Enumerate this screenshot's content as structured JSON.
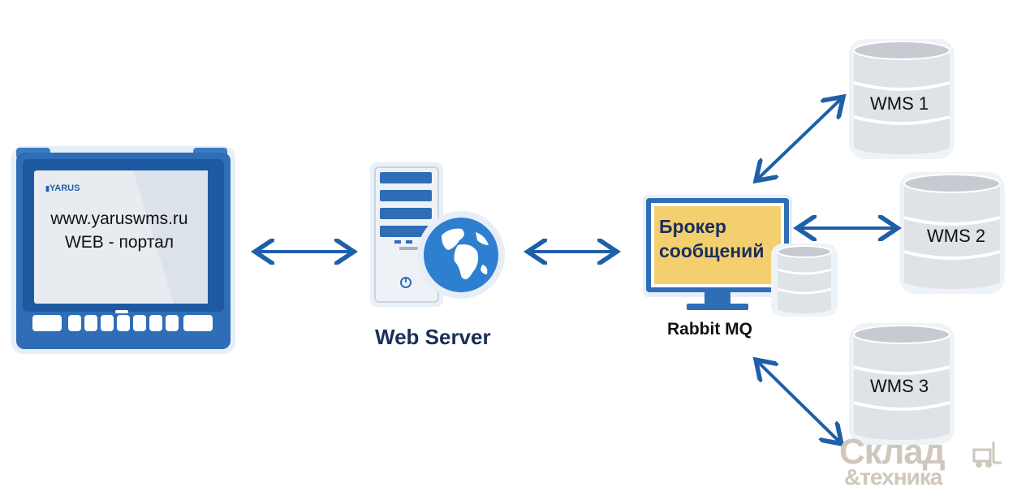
{
  "terminal": {
    "brand": "YARUS",
    "line1": "www.yaruswms.ru",
    "line2": "WEB - портал"
  },
  "web_server": {
    "label": "Web Server"
  },
  "broker": {
    "screen_line1": "Брокер",
    "screen_line2": "сообщений",
    "label": "Rabbit MQ"
  },
  "databases": [
    {
      "label": "WMS 1"
    },
    {
      "label": "WMS 2"
    },
    {
      "label": "WMS 3"
    }
  ],
  "watermark": {
    "line1": "Склад",
    "line2": "&техника"
  },
  "colors": {
    "accent": "#1f5fa8",
    "dark_blue": "#1a2e5a",
    "screen_yellow": "#f3cf6f",
    "db_gray": "#dfe2e6",
    "arrow": "#1f5fa8"
  }
}
